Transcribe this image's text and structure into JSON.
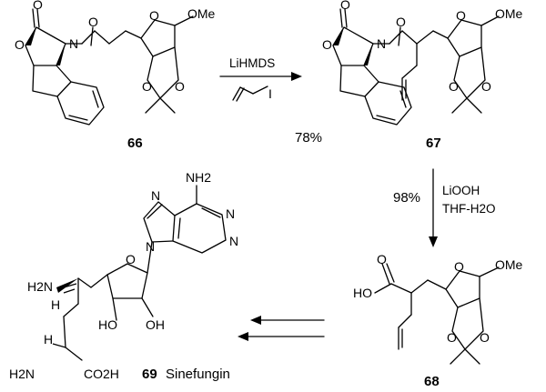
{
  "compounds": [
    {
      "id": "66"
    },
    {
      "id": "67"
    },
    {
      "id": "68"
    },
    {
      "id": "69",
      "name": "Sinefungin"
    }
  ],
  "steps": [
    {
      "from": "66",
      "to": "67",
      "reagents": [
        "LiHMDS"
      ],
      "yield": "78%"
    },
    {
      "from": "67",
      "to": "68",
      "reagents": [
        "LiOOH",
        "THF-H2O"
      ],
      "yield": "98%"
    },
    {
      "from": "68",
      "to": "69",
      "multi_step": true
    }
  ],
  "atom_labels": {
    "O": "O",
    "N": "N",
    "OMe": "OMe",
    "I": "I",
    "HO": "HO",
    "OH": "OH",
    "NH2": "NH2",
    "H2N": "H2N",
    "H": "H",
    "CO2H": "CO2H"
  }
}
